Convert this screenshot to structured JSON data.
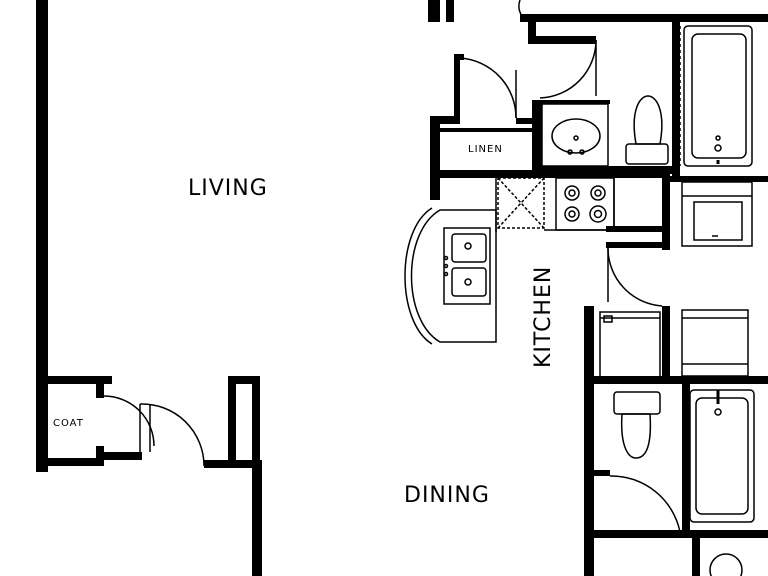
{
  "rooms": {
    "living": "LIVING",
    "dining": "DINING",
    "kitchen": "KITCHEN",
    "coat": "COAT",
    "linen": "LINEN"
  },
  "colors": {
    "wall": "#000000",
    "background": "#ffffff"
  }
}
